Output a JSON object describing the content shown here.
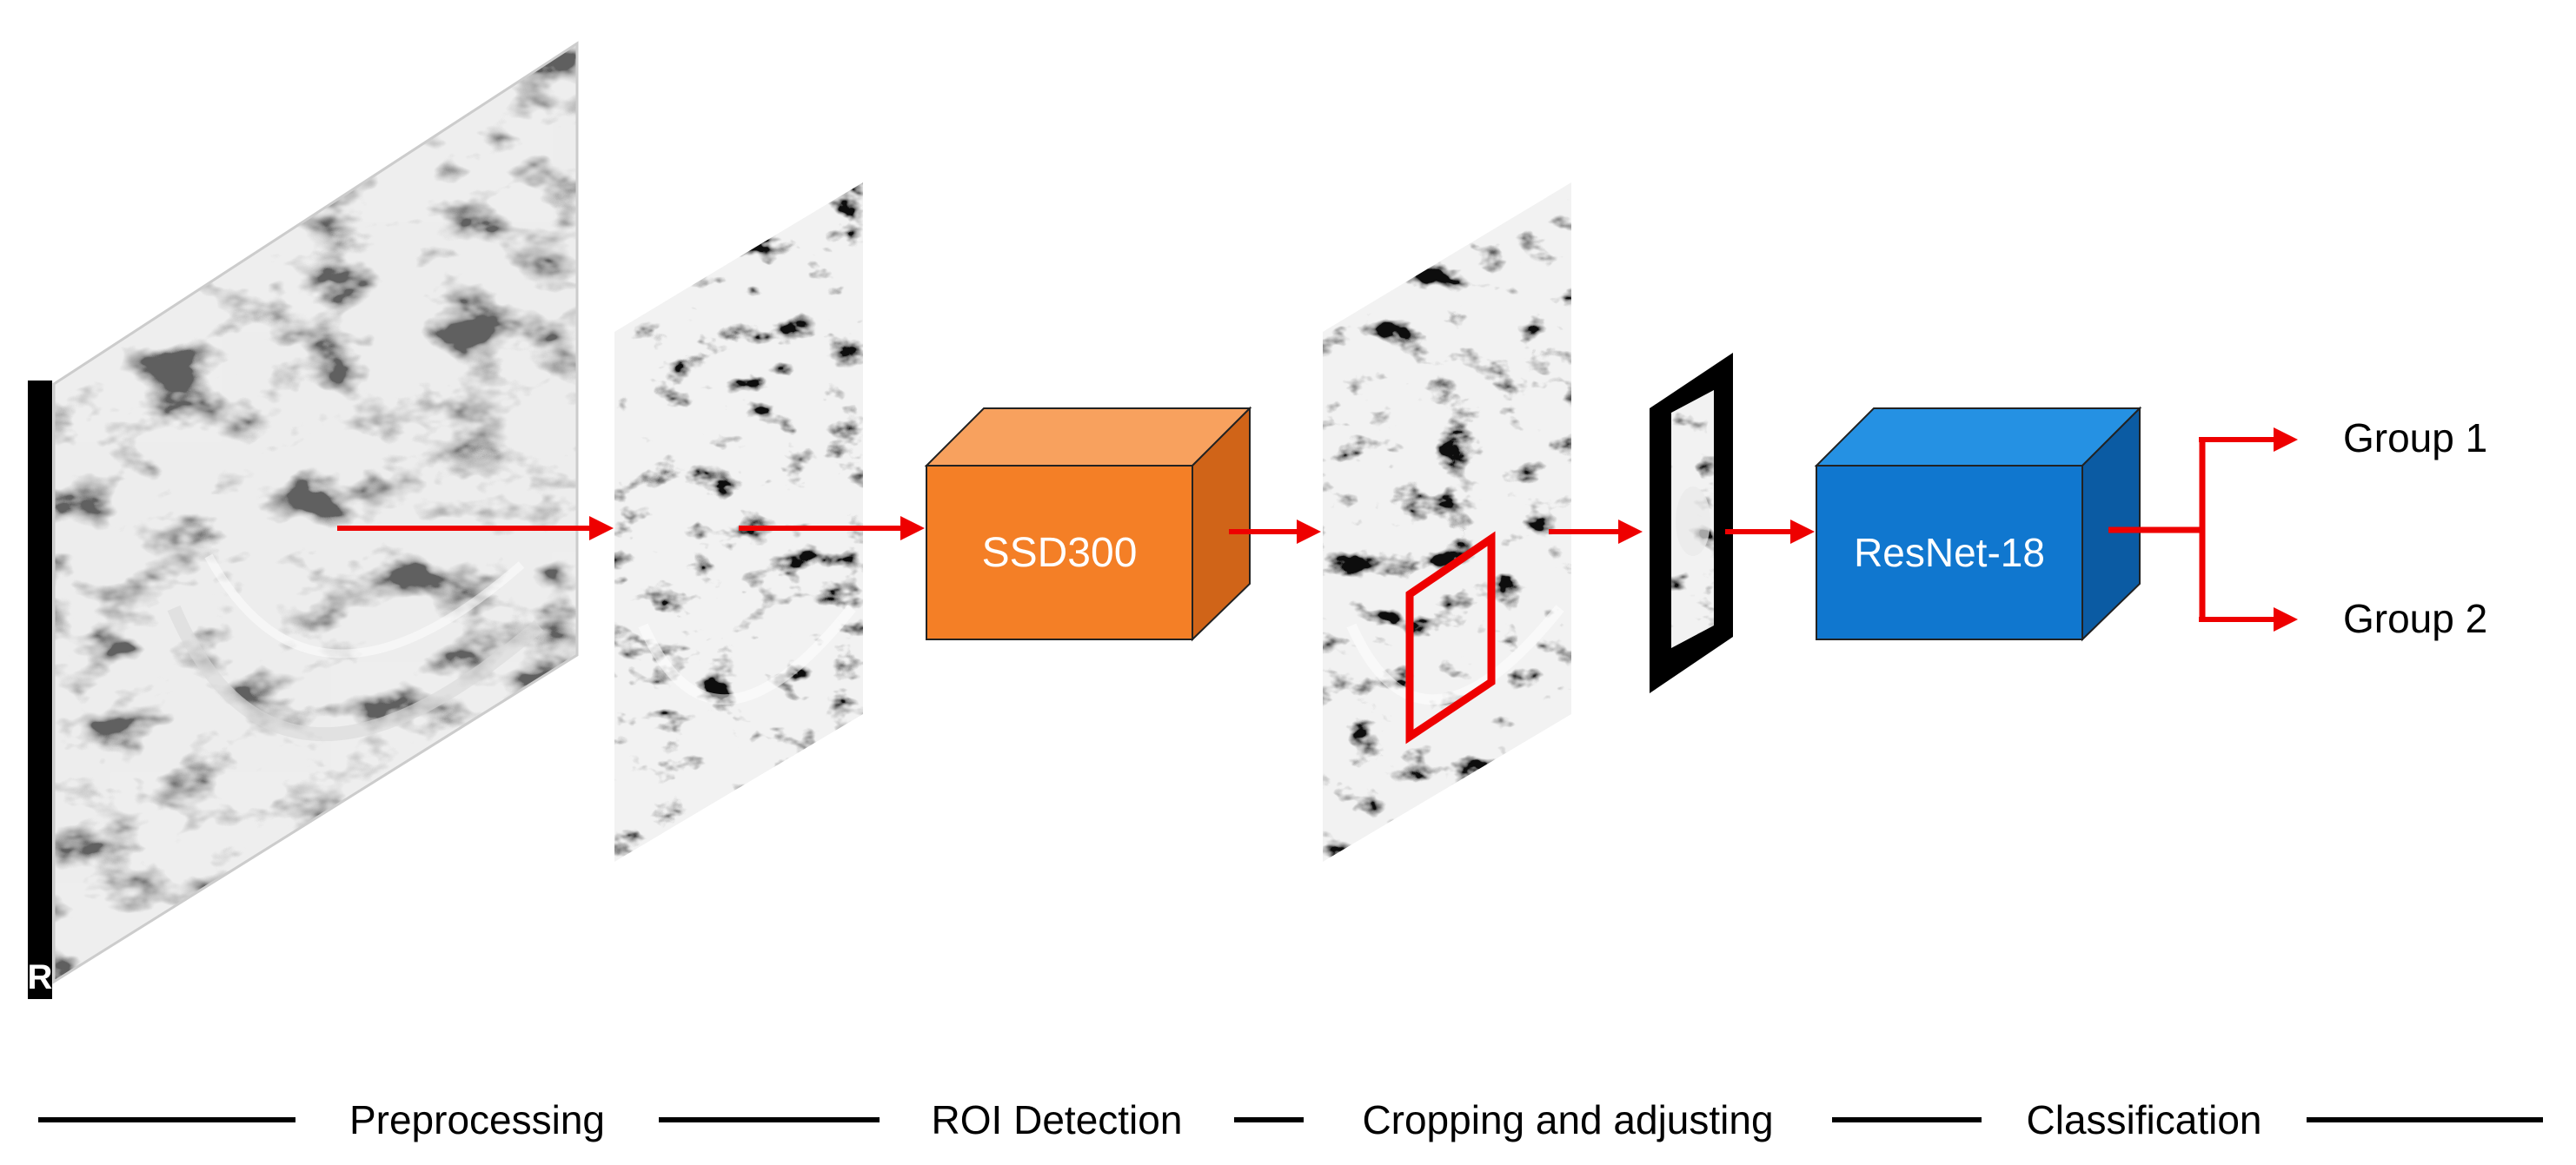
{
  "diagram": {
    "panoramic_marker": "R",
    "boxes": {
      "ssd": {
        "label": "SSD300",
        "front": "#F47F26",
        "top": "#F8A15E",
        "side": "#D06418"
      },
      "resnet": {
        "label": "ResNet-18",
        "front": "#1077CF",
        "top": "#2591E3",
        "side": "#0B5BA3"
      }
    },
    "outputs": [
      "Group 1",
      "Group 2"
    ],
    "stages": [
      "Preprocessing",
      "ROI Detection",
      "Cropping and adjusting",
      "Classification"
    ],
    "colors": {
      "arrow": "#EE0000",
      "roi_box": "#EE0000",
      "stage_line": "#000000"
    }
  }
}
